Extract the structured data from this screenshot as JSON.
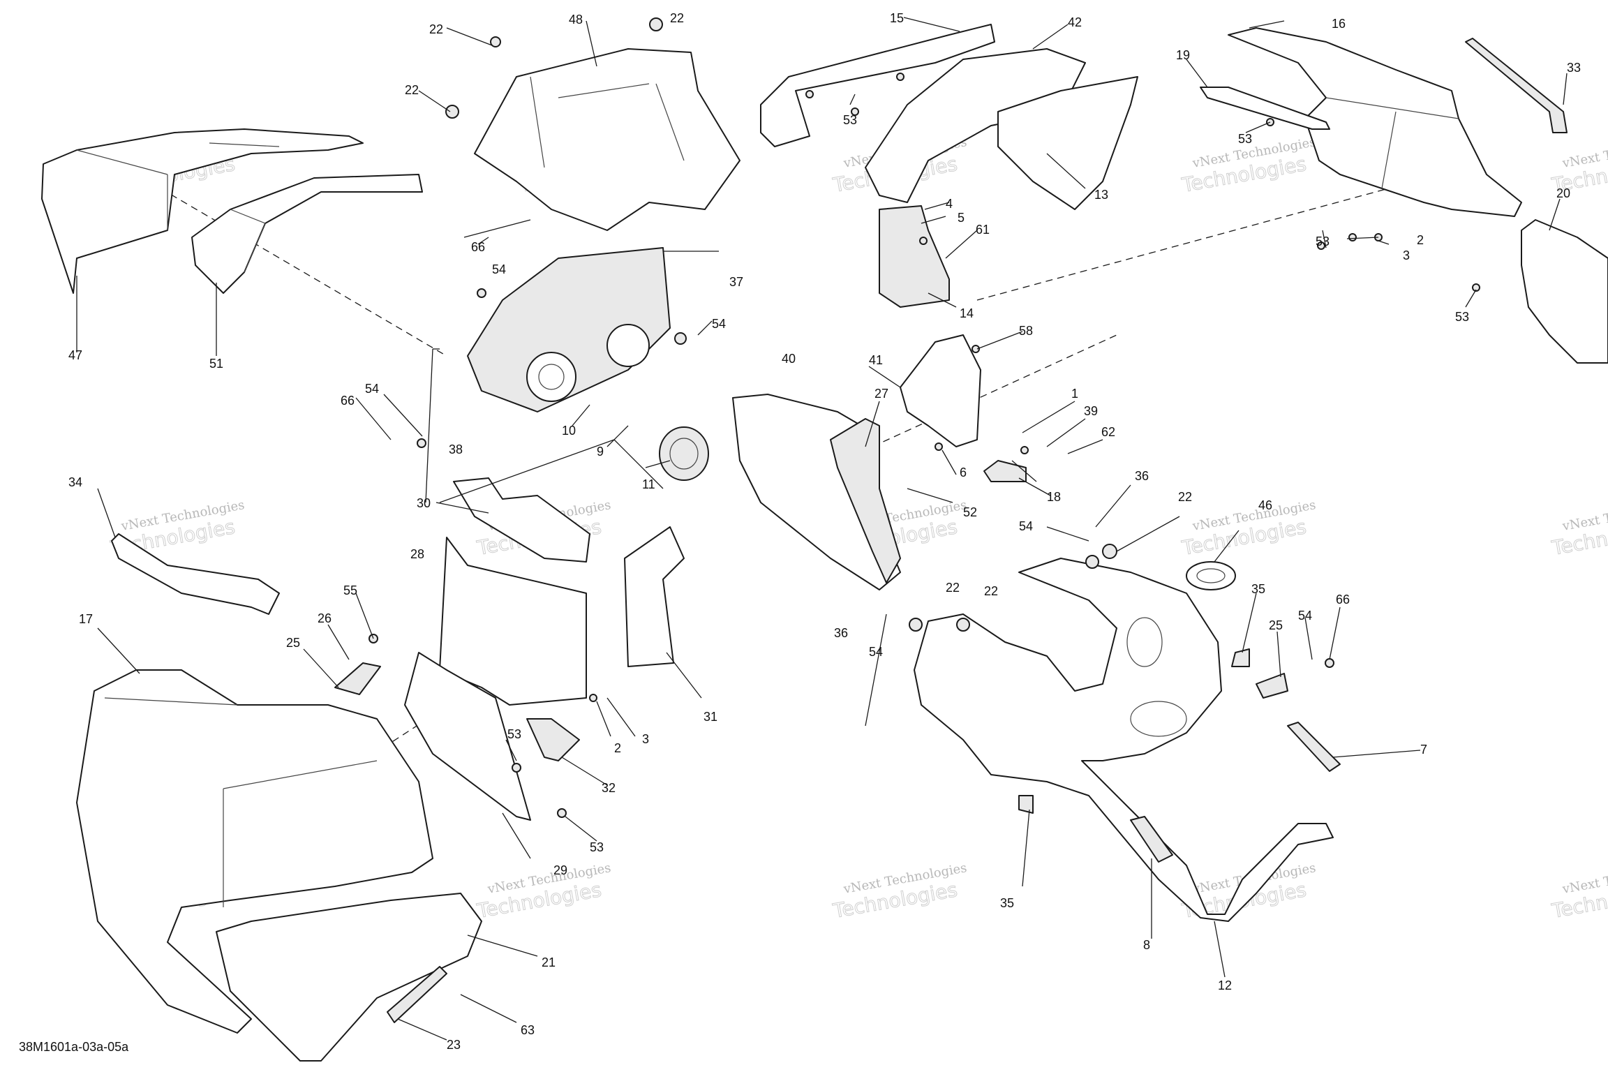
{
  "drawing_code": "38M1601a-03a-05a",
  "watermark": {
    "line1": "vNext Technologies",
    "line2": "Technologies"
  },
  "callouts": [
    "1",
    "2",
    "3",
    "4",
    "5",
    "6",
    "7",
    "8",
    "9",
    "10",
    "11",
    "12",
    "13",
    "14",
    "15",
    "16",
    "17",
    "18",
    "19",
    "20",
    "21",
    "22",
    "23",
    "25",
    "26",
    "27",
    "28",
    "29",
    "30",
    "31",
    "32",
    "33",
    "34",
    "35",
    "36",
    "37",
    "38",
    "39",
    "40",
    "41",
    "42",
    "46",
    "47",
    "48",
    "51",
    "52",
    "53",
    "54",
    "55",
    "58",
    "61",
    "62",
    "63",
    "66"
  ]
}
